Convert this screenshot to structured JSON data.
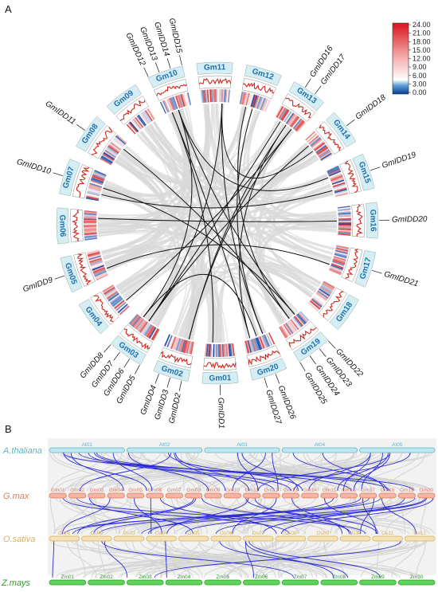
{
  "panels": {
    "a": "A",
    "b": "B"
  },
  "colors": {
    "chr_box": "#d5eef3",
    "chr_label": "#1f6fb2",
    "synteny_gray": "#d9d9d9",
    "link_black": "#111111",
    "bar_red": "#cc2a1f",
    "bar_green": "#2f8a2a",
    "species_at": "#5ab5c7",
    "species_gm": "#e07a5a",
    "species_os": "#d9b25a",
    "species_zm": "#2f9a2a",
    "link_blue": "#2a2ad6"
  },
  "circos": {
    "chromosomes": [
      "Gm01",
      "Gm02",
      "Gm03",
      "Gm04",
      "Gm05",
      "Gm06",
      "Gm07",
      "Gm08",
      "Gm09",
      "Gm10",
      "Gm11",
      "Gm12",
      "Gm13",
      "Gm14",
      "Gm15",
      "Gm16",
      "Gm17",
      "Gm18",
      "Gm19",
      "Gm20"
    ],
    "genes": [
      {
        "label": "GmIDD1",
        "chr": "Gm01"
      },
      {
        "label": "GmIDD2",
        "chr": "Gm02"
      },
      {
        "label": "GmIDD3",
        "chr": "Gm02"
      },
      {
        "label": "GmIDD4",
        "chr": "Gm02"
      },
      {
        "label": "GmIDD5",
        "chr": "Gm03"
      },
      {
        "label": "GmIDD6",
        "chr": "Gm03"
      },
      {
        "label": "GmIDD7",
        "chr": "Gm03"
      },
      {
        "label": "GmIDD8",
        "chr": "Gm03"
      },
      {
        "label": "GmIDD9",
        "chr": "Gm05"
      },
      {
        "label": "GmIDD10",
        "chr": "Gm07"
      },
      {
        "label": "GmIDD11",
        "chr": "Gm08"
      },
      {
        "label": "GmIDD12",
        "chr": "Gm10"
      },
      {
        "label": "GmIDD13",
        "chr": "Gm10"
      },
      {
        "label": "GmIDD14",
        "chr": "Gm10"
      },
      {
        "label": "GmIDD15",
        "chr": "Gm10"
      },
      {
        "label": "GmIDD16",
        "chr": "Gm13"
      },
      {
        "label": "GmIDD17",
        "chr": "Gm13"
      },
      {
        "label": "GmIDD18",
        "chr": "Gm14"
      },
      {
        "label": "GmIDD19",
        "chr": "Gm15"
      },
      {
        "label": "GmIDD20",
        "chr": "Gm16"
      },
      {
        "label": "GmIDD21",
        "chr": "Gm17"
      },
      {
        "label": "GmIDD22",
        "chr": "Gm19"
      },
      {
        "label": "GmIDD23",
        "chr": "Gm19"
      },
      {
        "label": "GmIDD24",
        "chr": "Gm19"
      },
      {
        "label": "GmIDD25",
        "chr": "Gm19"
      },
      {
        "label": "GmIDD26",
        "chr": "Gm20"
      },
      {
        "label": "GmIDD27",
        "chr": "Gm20"
      }
    ],
    "links": [
      [
        "Gm13",
        "Gm03"
      ],
      [
        "Gm13",
        "Gm20"
      ],
      [
        "Gm13",
        "Gm02"
      ],
      [
        "Gm14",
        "Gm03"
      ],
      [
        "Gm14",
        "Gm11"
      ],
      [
        "Gm15",
        "Gm07"
      ],
      [
        "Gm15",
        "Gm10"
      ],
      [
        "Gm16",
        "Gm06"
      ],
      [
        "Gm17",
        "Gm05"
      ],
      [
        "Gm19",
        "Gm10"
      ],
      [
        "Gm19",
        "Gm08"
      ],
      [
        "Gm20",
        "Gm10"
      ],
      [
        "Gm20",
        "Gm12"
      ],
      [
        "Gm20",
        "Gm03"
      ],
      [
        "Gm01",
        "Gm10"
      ],
      [
        "Gm02",
        "Gm13"
      ],
      [
        "Gm03",
        "Gm11"
      ],
      [
        "Gm11",
        "Gm20"
      ],
      [
        "Gm12",
        "Gm19"
      ],
      [
        "Gm10",
        "Gm03"
      ],
      [
        "Gm13",
        "Gm04"
      ],
      [
        "Gm19",
        "Gm07"
      ]
    ],
    "legend": {
      "ticks": [
        "24.00",
        "21.00",
        "18.00",
        "15.00",
        "12.00",
        "9.00",
        "6.00",
        "3.00",
        "0.00"
      ]
    }
  },
  "synteny": {
    "species": [
      {
        "name": "A.thaliana",
        "chromosomes": [
          "At01",
          "At02",
          "At03",
          "At04",
          "At05"
        ]
      },
      {
        "name": "G.max",
        "chromosomes": [
          "Gm01",
          "Gm02",
          "Gm03",
          "Gm04",
          "Gm05",
          "Gm06",
          "Gm07",
          "Gm08",
          "Gm09",
          "Gm10",
          "Gm11",
          "Gm12",
          "Gm13",
          "Gm14",
          "Gm15",
          "Gm16",
          "Gm17",
          "Gm18",
          "Gm19",
          "Gm20"
        ]
      },
      {
        "name": "O.sativa",
        "chromosomes": [
          "Os01",
          "Os02",
          "Os03",
          "Os04",
          "Os05",
          "Os06",
          "Os07",
          "Os08",
          "Os09",
          "Os10",
          "Os11",
          "Os12"
        ]
      },
      {
        "name": "Z.mays",
        "chromosomes": [
          "Zm01",
          "Zm02",
          "Zm03",
          "Zm04",
          "Zm05",
          "Zm06",
          "Zm07",
          "Zm08",
          "Zm09",
          "Zm10"
        ]
      }
    ]
  }
}
